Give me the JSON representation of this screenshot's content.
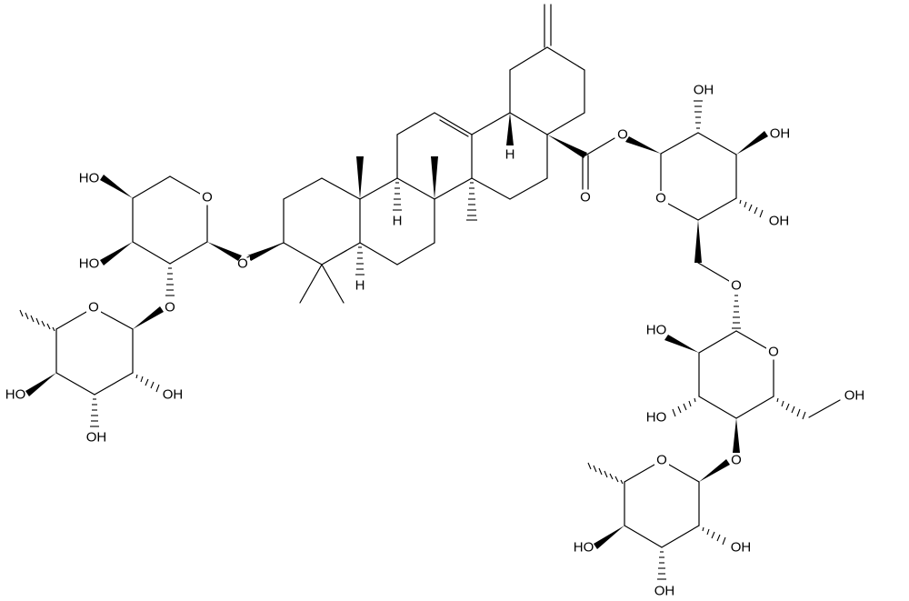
{
  "diagram": {
    "type": "chemical-structure",
    "description": "Triterpenoid saponin: oleanane-type aglycone (30-norolean-12,20(29)-dien-28-oic acid) with a disaccharide at C-3 and a trisaccharide ester at C-28",
    "labels": {
      "O": "O",
      "OH": "OH",
      "HO": "HO",
      "H": "H"
    },
    "units": [
      {
        "name": "aglycone",
        "description": "pentacyclic triterpene core with exocyclic methylene and C-28 carboxylic ester"
      },
      {
        "name": "arabinose",
        "description": "pyranose attached at C-3 via O-glycosidic bond"
      },
      {
        "name": "rhamnose-1",
        "description": "6-deoxy hexose attached to arabinose C-2"
      },
      {
        "name": "glucose-1",
        "description": "ester-linked glucose at C-28"
      },
      {
        "name": "glucose-2",
        "description": "glucose attached to glucose-1 C-6"
      },
      {
        "name": "rhamnose-2",
        "description": "6-deoxy hexose attached to glucose-2 C-4"
      }
    ]
  }
}
